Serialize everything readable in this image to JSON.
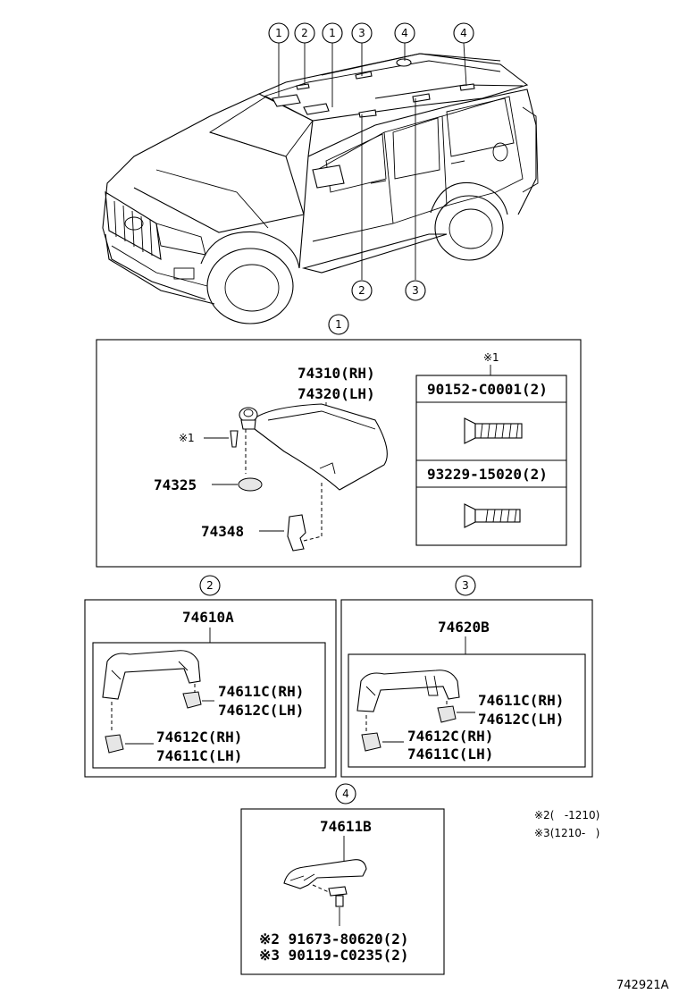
{
  "callouts": {
    "c1": "1",
    "c2": "2",
    "c3": "3",
    "c4": "4"
  },
  "panel1": {
    "visor_rh": "74310(RH)",
    "visor_lh": "74320(LH)",
    "holder": "74325",
    "clip": "74348",
    "note_mark": "※1",
    "screw_note_mark": "※1",
    "screw1": "90152-C0001(2)",
    "screw2": "93229-15020(2)"
  },
  "panel2": {
    "assembly": "74610A",
    "cap_a_line1": "74611C(RH)",
    "cap_a_line2": "74612C(LH)",
    "cap_b_line1": "74612C(RH)",
    "cap_b_line2": "74611C(LH)"
  },
  "panel3": {
    "assembly": "74620B",
    "cap_a_line1": "74611C(RH)",
    "cap_a_line2": "74612C(LH)",
    "cap_b_line1": "74612C(RH)",
    "cap_b_line2": "74611C(LH)"
  },
  "panel4": {
    "assembly": "74611B",
    "bolt1": "※2 91673-80620(2)",
    "bolt2": "※3 90119-C0235(2)"
  },
  "legend": {
    "note2": "※2(   -1210)",
    "note3": "※3(1210-   )"
  },
  "diagram_id": "742921A"
}
